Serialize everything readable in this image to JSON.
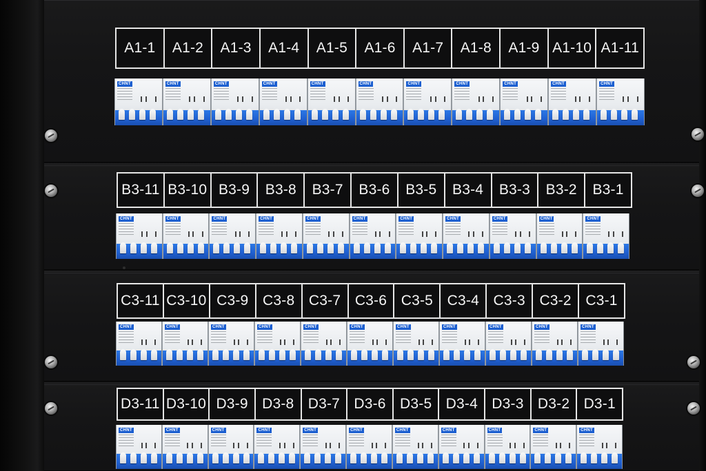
{
  "panels": [
    {
      "id": "A",
      "labels": [
        "A1-1",
        "A1-2",
        "A1-3",
        "A1-4",
        "A1-5",
        "A1-6",
        "A1-7",
        "A1-8",
        "A1-9",
        "A1-10",
        "A1-11"
      ],
      "breaker_brand": "CHNT"
    },
    {
      "id": "B",
      "labels": [
        "B3-11",
        "B3-10",
        "B3-9",
        "B3-8",
        "B3-7",
        "B3-6",
        "B3-5",
        "B3-4",
        "B3-3",
        "B3-2",
        "B3-1"
      ],
      "breaker_brand": "CHNT"
    },
    {
      "id": "C",
      "labels": [
        "C3-11",
        "C3-10",
        "C3-9",
        "C3-8",
        "C3-7",
        "C3-6",
        "C3-5",
        "C3-4",
        "C3-3",
        "C3-2",
        "C3-1"
      ],
      "breaker_brand": "CHNT"
    },
    {
      "id": "D",
      "labels": [
        "D3-11",
        "D3-10",
        "D3-9",
        "D3-8",
        "D3-7",
        "D3-6",
        "D3-5",
        "D3-4",
        "D3-3",
        "D3-2",
        "D3-1"
      ],
      "breaker_brand": "CHNT"
    }
  ],
  "colors": {
    "breaker_blue": "#1f5fd0",
    "label_border": "#e6e6e6",
    "panel": "#151516"
  }
}
